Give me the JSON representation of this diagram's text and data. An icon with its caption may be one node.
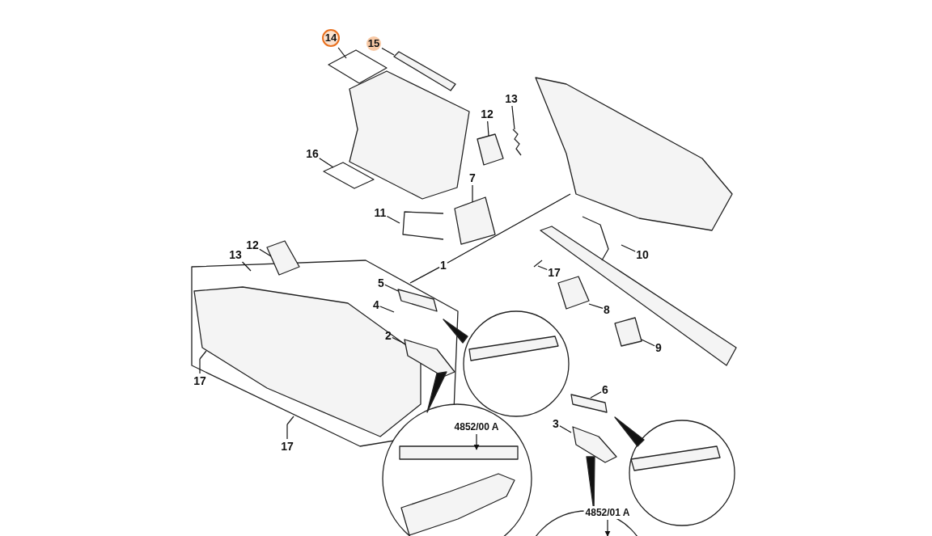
{
  "diagram": {
    "nodes": [
      {
        "text": [
          "14"
        ]
      },
      {
        "text": [
          "15"
        ]
      },
      {
        "text": [
          "13"
        ]
      },
      {
        "text": [
          "12"
        ]
      },
      {
        "text": [
          "16"
        ]
      },
      {
        "text": [
          "7"
        ]
      },
      {
        "text": [
          "11"
        ]
      },
      {
        "text": [
          "12"
        ]
      },
      {
        "text": [
          "13"
        ]
      },
      {
        "text": [
          "1"
        ]
      },
      {
        "text": [
          "10"
        ]
      },
      {
        "text": [
          "5"
        ]
      },
      {
        "text": [
          "17"
        ]
      },
      {
        "text": [
          "4"
        ]
      },
      {
        "text": [
          "8"
        ]
      },
      {
        "text": [
          "2"
        ]
      },
      {
        "text": [
          "9"
        ]
      },
      {
        "text": [
          "17"
        ]
      },
      {
        "text": [
          "6"
        ]
      },
      {
        "text": [
          "4852/00 A"
        ]
      },
      {
        "text": [
          "17"
        ]
      },
      {
        "text": [
          "3"
        ]
      },
      {
        "text": [
          "4852/01 A"
        ]
      }
    ],
    "edges": [
      {
        "from": 0,
        "to": null,
        "arrow": "none"
      },
      {
        "from": 1,
        "to": null,
        "arrow": "none"
      },
      {
        "from": 2,
        "to": null,
        "arrow": "none"
      },
      {
        "from": 3,
        "to": null,
        "arrow": "none"
      },
      {
        "from": 4,
        "to": null,
        "arrow": "none"
      },
      {
        "from": 5,
        "to": null,
        "arrow": "none"
      },
      {
        "from": 6,
        "to": null,
        "arrow": "none"
      },
      {
        "from": 7,
        "to": null,
        "arrow": "none"
      },
      {
        "from": 8,
        "to": null,
        "arrow": "none"
      },
      {
        "from": 9,
        "to": null,
        "arrow": "none"
      },
      {
        "from": 9,
        "to": null,
        "arrow": "none"
      },
      {
        "from": 10,
        "to": null,
        "arrow": "none"
      },
      {
        "from": 11,
        "to": null,
        "arrow": "none"
      },
      {
        "from": 12,
        "to": null,
        "arrow": "none"
      },
      {
        "from": 13,
        "to": null,
        "arrow": "none"
      },
      {
        "from": 14,
        "to": null,
        "arrow": "none"
      },
      {
        "from": 15,
        "to": null,
        "arrow": "none"
      },
      {
        "from": 16,
        "to": null,
        "arrow": "none"
      },
      {
        "from": 17,
        "to": null,
        "arrow": "none"
      },
      {
        "from": 18,
        "to": null,
        "arrow": "none"
      },
      {
        "from": 19,
        "to": null,
        "arrow": "to"
      },
      {
        "from": 20,
        "to": null,
        "arrow": "none"
      },
      {
        "from": 21,
        "to": null,
        "arrow": "none"
      },
      {
        "from": 22,
        "to": null,
        "arrow": "to"
      }
    ]
  }
}
